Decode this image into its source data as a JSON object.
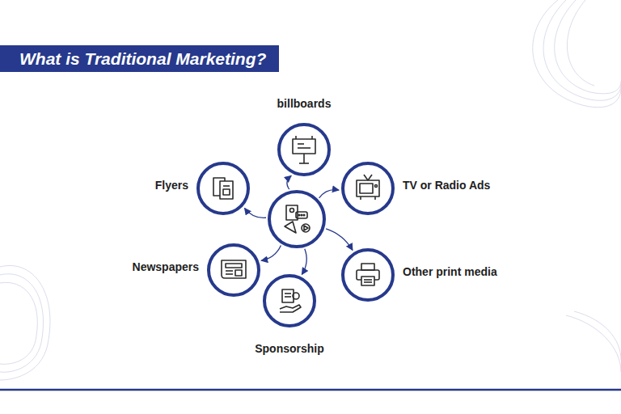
{
  "diagram": {
    "title": "What is Traditional Marketing?",
    "nodes": [
      {
        "text": [
          "billboards"
        ]
      },
      {
        "text": [
          "Flyers"
        ]
      },
      {
        "text": [
          "TV or Radio Ads"
        ]
      },
      {
        "text": []
      },
      {
        "text": [
          "Newspapers"
        ]
      },
      {
        "text": [
          "Other print media"
        ]
      },
      {
        "text": [
          "Sponsorship"
        ]
      }
    ],
    "edges": [
      {
        "from": 3,
        "to": 0,
        "arrow": "to"
      },
      {
        "from": 3,
        "to": 2,
        "arrow": "to"
      },
      {
        "from": 3,
        "to": 5,
        "arrow": "to"
      },
      {
        "from": 3,
        "to": 6,
        "arrow": "to"
      },
      {
        "from": 3,
        "to": 4,
        "arrow": "to"
      },
      {
        "from": 3,
        "to": 1,
        "arrow": "to"
      }
    ]
  }
}
